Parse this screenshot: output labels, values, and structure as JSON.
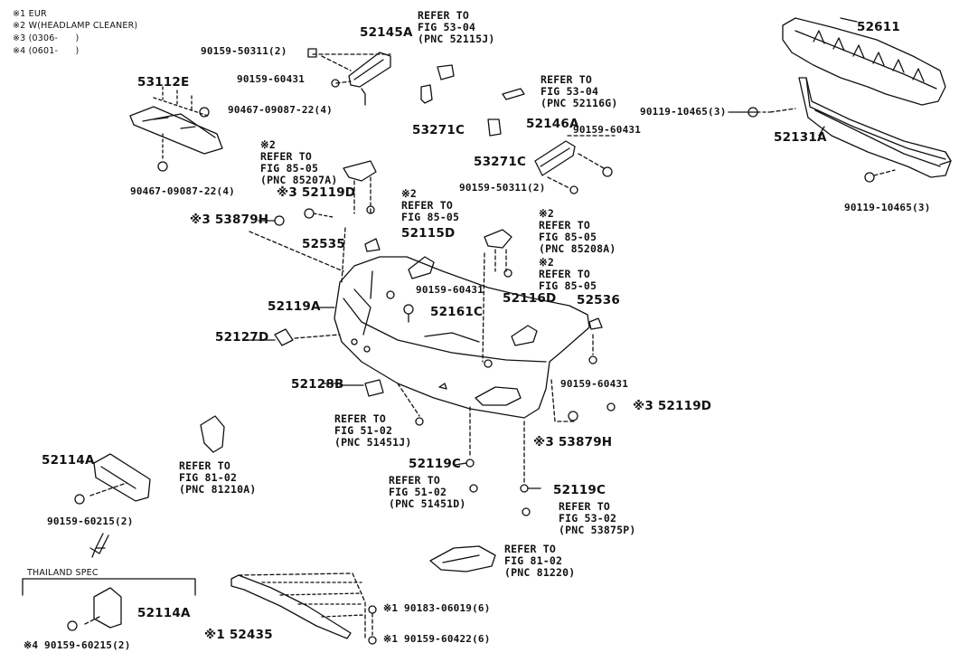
{
  "legend": {
    "n1": "※1 EUR",
    "n2": "※2 W(HEADLAMP CLEANER)",
    "n3": "※3 (0306-      )",
    "n4": "※4 (0601-      )"
  },
  "parts": {
    "p52611": "52611",
    "p52131A": "52131A",
    "p90119a": "90119-10465(3)",
    "p90119b": "90119-10465(3)",
    "p52145A": "52145A",
    "p90159_50311a": "90159-50311(2)",
    "p90159_60431a": "90159-60431",
    "p53112E": "53112E",
    "p90467a": "90467-09087-22(4)",
    "p90467b": "90467-09087-22(4)",
    "p53271Ca": "53271C",
    "p53271Cb": "53271C",
    "p52146A": "52146A",
    "p90159_60431b": "90159-60431",
    "p90159_50311b": "90159-50311(2)",
    "p52119Da": "※3 52119D",
    "p53879Ha": "※3 53879H",
    "p52535": "52535",
    "p52115D": "52115D",
    "p90159_60431c": "90159-60431",
    "p52119A": "52119A",
    "p52161C": "52161C",
    "p52116D": "52116D",
    "p52536": "52536",
    "p52127D": "52127D",
    "p52128B": "52128B",
    "p90159_60431d": "90159-60431",
    "p52119Db": "※3 52119D",
    "p53879Hb": "※3 53879H",
    "p52119Ca": "52119C",
    "p52119Cb": "52119C",
    "p52114Aa": "52114A",
    "p90159_60215a": "90159-60215(2)",
    "p52114Ab": "52114A",
    "p90159_60215b": "※4 90159-60215(2)",
    "p52435": "※1 52435",
    "p90183": "※1 90183-06019(6)",
    "p90159_60422": "※1 90159-60422(6)",
    "thailand": "THAILAND SPEC"
  },
  "refs": {
    "r1": "REFER TO\nFIG 53-04\n(PNC 52115J)",
    "r2": "REFER TO\nFIG 53-04\n(PNC 52116G)",
    "r3": "※2\nREFER TO\nFIG 85-05\n(PNC 85207A)",
    "r4": "※2\nREFER TO\nFIG 85-05",
    "r5": "※2\nREFER TO\nFIG 85-05\n(PNC 85208A)",
    "r6": "※2\nREFER TO\nFIG 85-05",
    "r7": "REFER TO\nFIG 51-02\n(PNC 51451J)",
    "r8": "REFER TO\nFIG 81-02\n(PNC 81210A)",
    "r9": "REFER TO\nFIG 51-02\n(PNC 51451D)",
    "r10": "REFER TO\nFIG 53-02\n(PNC 53875P)",
    "r11": "REFER TO\nFIG 81-02\n(PNC 81220)"
  }
}
